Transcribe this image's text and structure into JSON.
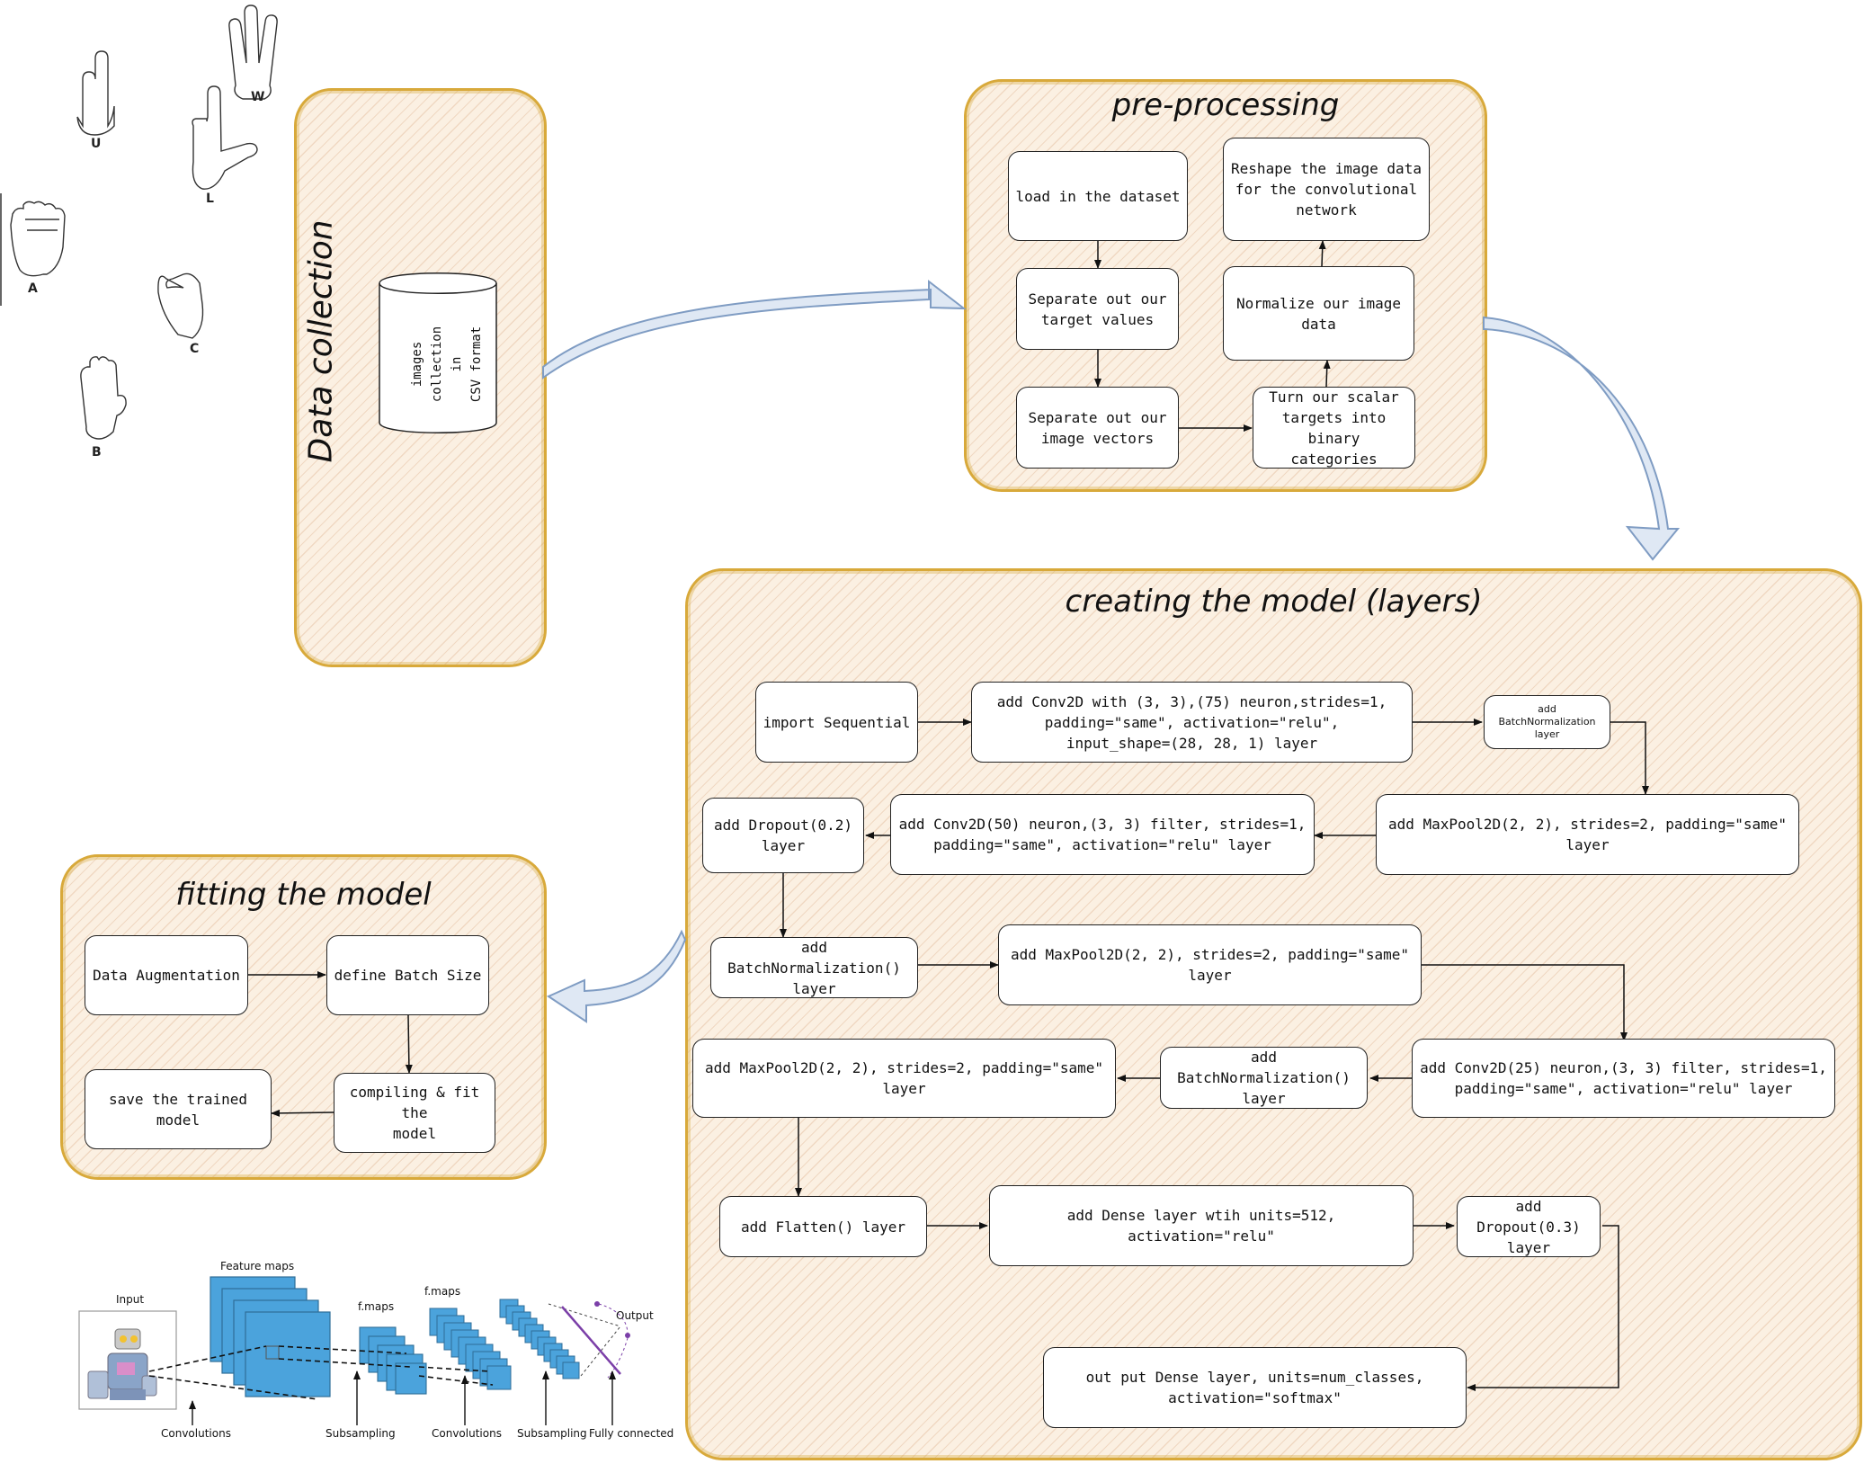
{
  "hand_signs": {
    "u": "U",
    "w": "W",
    "l": "L",
    "a": "A",
    "c": "C",
    "b": "B"
  },
  "data_collection": {
    "title": "Data collection",
    "database_label": "images collection\nin\nCSV format"
  },
  "preprocessing": {
    "title": "pre-processing",
    "steps": {
      "load": "load in the dataset",
      "separate_targets": "Separate out our\ntarget values",
      "separate_vectors": "Separate out our\nimage vectors",
      "binary": "Turn our scalar\ntargets into binary\ncategories",
      "normalize": "Normalize our image\ndata",
      "reshape": "Reshape the image data\nfor the convolutional\nnetwork"
    }
  },
  "model": {
    "title": "creating the model (layers)",
    "layers": {
      "import_sequential": "import Sequential",
      "conv75": "add Conv2D with (3, 3),(75) neuron,strides=1,\npadding=\"same\", activation=\"relu\",\ninput_shape=(28, 28, 1) layer",
      "bn_small": "add BatchNormalization\nlayer",
      "maxpool1": "add MaxPool2D(2, 2), strides=2, padding=\"same\"\nlayer",
      "conv50": "add Conv2D(50) neuron,(3, 3) filter, strides=1,\npadding=\"same\", activation=\"relu\" layer",
      "dropout02": "add Dropout(0.2)\nlayer",
      "bn2": "add BatchNormalization()\nlayer",
      "maxpool2": "add MaxPool2D(2, 2), strides=2, padding=\"same\"\nlayer",
      "conv25": "add Conv2D(25) neuron,(3, 3) filter, strides=1,\npadding=\"same\", activation=\"relu\" layer",
      "bn3": "add BatchNormalization()\nlayer",
      "maxpool3": "add MaxPool2D(2, 2), strides=2, padding=\"same\"\nlayer",
      "flatten": "add Flatten() layer",
      "dense512": "add Dense layer wtih units=512, activation=\"relu\"",
      "dropout03": "add Dropout(0.3)\nlayer",
      "output": "out put Dense layer, units=num_classes,\nactivation=\"softmax\""
    }
  },
  "fitting": {
    "title": "fitting the model",
    "steps": {
      "augmentation": "Data Augmentation",
      "batch": "define Batch Size",
      "compile": "compiling & fit the\nmodel",
      "save": "save the trained\nmodel"
    }
  },
  "cnn_illustration": {
    "labels": {
      "input": "Input",
      "feature_maps": "Feature maps",
      "fmaps1": "f.maps",
      "fmaps2": "f.maps",
      "output": "Output",
      "convolutions1": "Convolutions",
      "subsampling1": "Subsampling",
      "convolutions2": "Convolutions",
      "subsampling2": "Subsampling",
      "fully_connected": "Fully connected"
    }
  },
  "colors": {
    "panel_border": "#d8a93a",
    "panel_fill": "#fbf0e2",
    "flow_arrow": "#7f9cc3",
    "cnn_blue": "#4ba3dc"
  }
}
